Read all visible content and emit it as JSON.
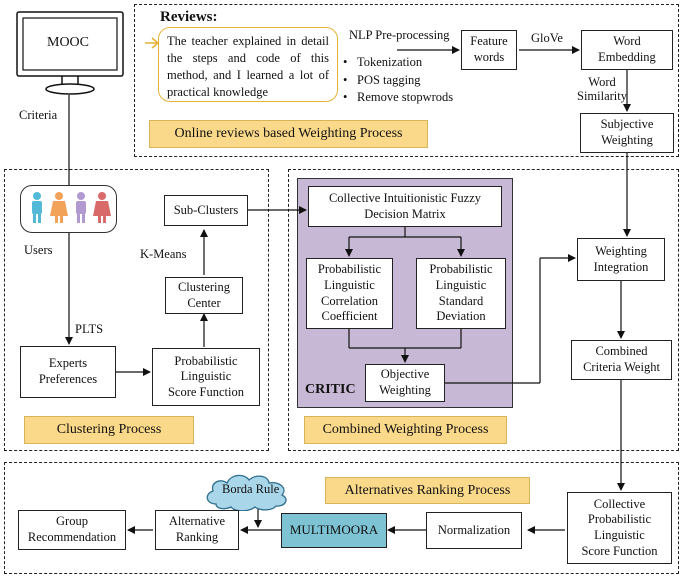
{
  "reviews": {
    "title": "Reviews:",
    "text": "The teacher explained in detail the steps and code of this method, and I learned a lot of practical knowledge",
    "nlp_label": "NLP Pre-processing",
    "bullets": [
      "Tokenization",
      "POS tagging",
      "Remove stopwrods"
    ],
    "feature_words": "Feature\nwords",
    "glove": "GloVe",
    "word_embedding": "Word\nEmbedding",
    "word_similarity": "Word\nSimilarity",
    "subjective": "Subjective\nWeighting",
    "process_label": "Online reviews based Weighting Process"
  },
  "mooc": {
    "label": "MOOC",
    "criteria": "Criteria"
  },
  "clustering": {
    "users": "Users",
    "plts": "PLTS",
    "experts": "Experts\nPreferences",
    "score_fn": "Probabilistic\nLinguistic\nScore Function",
    "center": "Clustering\nCenter",
    "kmeans": "K-Means",
    "subclusters": "Sub-Clusters",
    "process_label": "Clustering Process"
  },
  "combined": {
    "matrix": "Collective Intuitionistic Fuzzy\nDecision Matrix",
    "correlation": "Probabilistic\nLinguistic\nCorrelation\nCoefficient",
    "std_dev": "Probabilistic\nLinguistic\nStandard\nDeviation",
    "objective": "Objective\nWeighting",
    "critic": "CRITIC",
    "integration": "Weighting\nIntegration",
    "criteria_weight": "Combined\nCriteria Weight",
    "process_label": "Combined Weighting Process"
  },
  "ranking": {
    "collective_score": "Collective\nProbabilistic\nLinguistic\nScore Function",
    "normalization": "Normalization",
    "multimoora": "MULTIMOORA",
    "borda": "Borda Rule",
    "alt_ranking": "Alternative\nRanking",
    "group_rec": "Group\nRecommendation",
    "process_label": "Alternatives Ranking Process"
  },
  "colors": {
    "process_label_bg": "#fbd98a",
    "critic_panel": "#c7b8d6",
    "multimoora": "#7ec3d4",
    "borda_cloud": "#a9d6e8",
    "review_border": "#e6b23a",
    "users": [
      "#53b9d6",
      "#f3a25a",
      "#b09ad0",
      "#d86a6a"
    ]
  },
  "icons": [
    "monitor-icon",
    "users-icon",
    "cloud-shape"
  ]
}
